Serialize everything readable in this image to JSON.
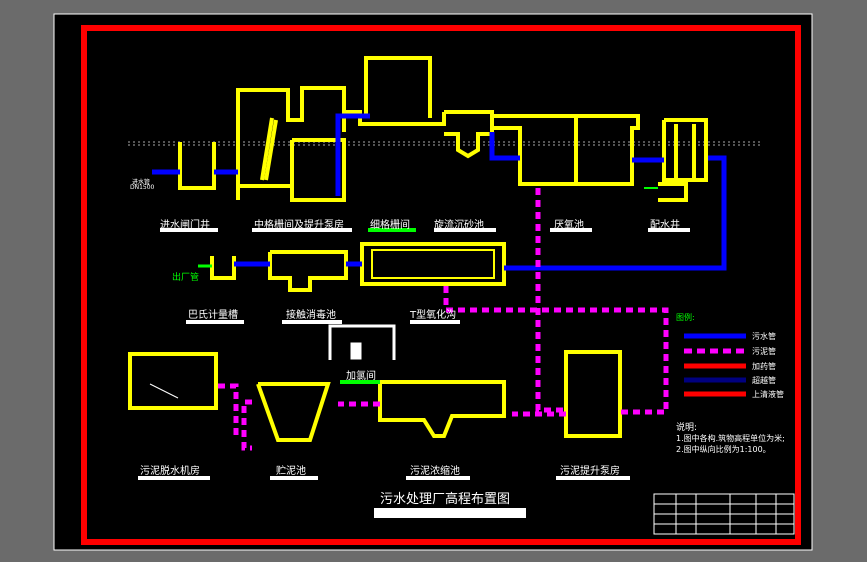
{
  "drawing": {
    "title": "污水处理厂高程布置图",
    "units": {
      "inlet_well": "进水闸门井",
      "screen_pump": "中格栅间及提升泵房",
      "fine_screen": "细格栅间",
      "grit": "旋流沉砂池",
      "anaerobic": "厌氧池",
      "distribution": "配水井",
      "parshall": "巴氏计量槽",
      "contact": "接触消毒池",
      "oxidation": "T型氧化沟",
      "dosing": "加氯间",
      "dewater": "污泥脱水机房",
      "storage": "贮泥池",
      "thickener": "污泥浓缩池",
      "sludge_pump": "污泥提升泵房"
    },
    "small_labels": {
      "inlet_pipe": "进水管",
      "inlet_dn": "DN1500",
      "outlet_pipe": "出厂管"
    },
    "legend": {
      "heading": "图例:",
      "items": [
        {
          "label": "污水管",
          "color": "#0000ff"
        },
        {
          "label": "污泥管",
          "color": "#ff00ff"
        },
        {
          "label": "加药管",
          "color": "#ff0000"
        },
        {
          "label": "超越管",
          "color": "#000080"
        },
        {
          "label": "上清液管",
          "color": "#ff0000"
        }
      ]
    },
    "notes": {
      "heading": "说明:",
      "line1": "1.图中各构.筑物高程单位为米;",
      "line2": "2.图中纵向比例为1:100。"
    },
    "colors": {
      "background": "#000000",
      "frame": "#ff0000",
      "structure": "#ffff00",
      "sewage_pipe": "#0000ff",
      "sludge_pipe": "#ff00ff",
      "label_underline": "#ffffff",
      "highlight_underline": "#00ff00"
    }
  }
}
